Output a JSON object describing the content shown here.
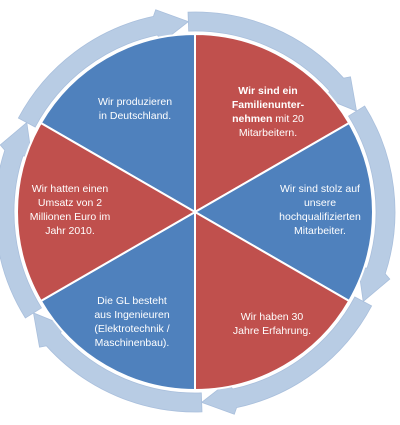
{
  "colors": {
    "blue": "#4f81bd",
    "red": "#c0504d",
    "ring": "#b8cce4",
    "divider": "#ffffff",
    "text": "#ffffff"
  },
  "segments": [
    {
      "id": "top-left",
      "color": "blue",
      "lines": [
        [
          {
            "t": "Wir produzieren"
          }
        ],
        [
          {
            "t": "in Deutschland."
          }
        ]
      ]
    },
    {
      "id": "top-right",
      "color": "red",
      "lines": [
        [
          {
            "t": "Wir sind ein",
            "bold": true
          }
        ],
        [
          {
            "t": "Familienunter-",
            "bold": true
          }
        ],
        [
          {
            "t": "nehmen",
            "bold": true
          },
          {
            "t": " mit 20"
          }
        ],
        [
          {
            "t": "Mitarbeitern."
          }
        ]
      ]
    },
    {
      "id": "right",
      "color": "blue",
      "lines": [
        [
          {
            "t": "Wir sind stolz auf"
          }
        ],
        [
          {
            "t": "unsere"
          }
        ],
        [
          {
            "t": "hochqualifizierten"
          }
        ],
        [
          {
            "t": "Mitarbeiter."
          }
        ]
      ]
    },
    {
      "id": "bottom-right",
      "color": "red",
      "lines": [
        [
          {
            "t": "Wir haben 30"
          }
        ],
        [
          {
            "t": "Jahre Erfahrung."
          }
        ]
      ]
    },
    {
      "id": "bottom-left",
      "color": "blue",
      "lines": [
        [
          {
            "t": "Die GL besteht"
          }
        ],
        [
          {
            "t": "aus Ingenieuren"
          }
        ],
        [
          {
            "t": "(Elektrotechnik /"
          }
        ],
        [
          {
            "t": "Maschinenbau)."
          }
        ]
      ]
    },
    {
      "id": "left",
      "color": "red",
      "lines": [
        [
          {
            "t": "Wir hatten einen"
          }
        ],
        [
          {
            "t": "Umsatz von 2"
          }
        ],
        [
          {
            "t": "Millionen Euro im"
          }
        ],
        [
          {
            "t": "Jahr 2010."
          }
        ]
      ]
    }
  ]
}
